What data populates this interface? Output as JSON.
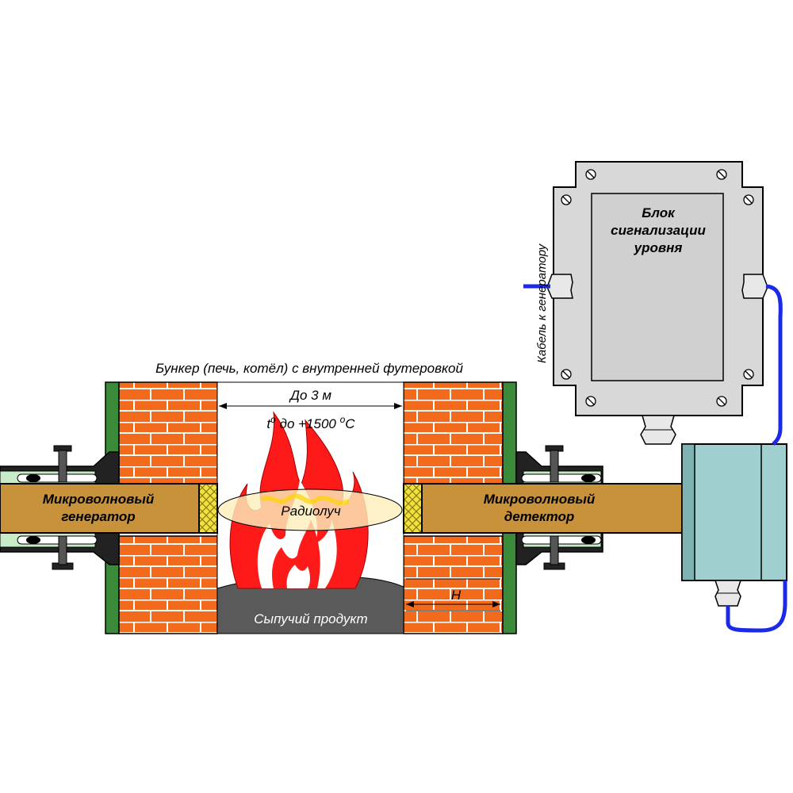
{
  "bunker_caption": "Бункер (печь, котёл) с внутренней футеровкой",
  "width_label": "До 3 м",
  "temp_prefix": "t",
  "temp_sup1": "o",
  "temp_mid": " до  +1500 ",
  "temp_sup2": "o",
  "temp_unit": "C",
  "beam_label": "Радиолуч",
  "generator_label": [
    "Микроволновый",
    "генератор"
  ],
  "detector_label": [
    "Микроволновый",
    "детектор"
  ],
  "bulk_label": "Сыпучий продукт",
  "level_label": "H",
  "alarm_label": [
    "Блок",
    "сигнализации",
    "уровня"
  ],
  "cable_label": "Кабель к генератору",
  "colors": {
    "brick": "#f26a1b",
    "mortar": "#ffffff",
    "pipe": "#c8923a",
    "window": "#f0e040",
    "cover": "#3a8a3a",
    "beam": "#fbeebb",
    "flame_red": "#ff1a1a",
    "flame_yellow": "#ffd400",
    "product": "#5a5a5a",
    "alarm_box": "#d8d8d8",
    "detector_box": "#9fcfcf",
    "cable": "#1a2ae8"
  }
}
